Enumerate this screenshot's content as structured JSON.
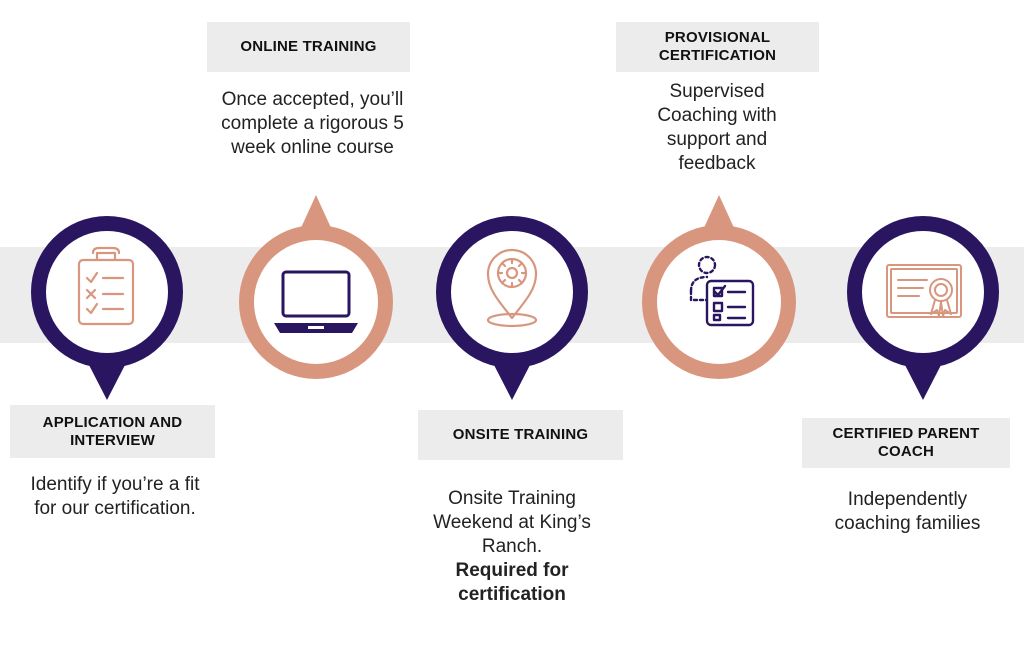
{
  "colors": {
    "navy": "#2a1560",
    "salmon": "#d9967e",
    "band": "#ececec",
    "label_bg": "#ececec"
  },
  "steps": [
    {
      "title": "APPLICATION AND INTERVIEW",
      "description": "Identify if you’re a fit for our certification.",
      "icon": "clipboard-checklist-icon",
      "ring_color": "navy"
    },
    {
      "title": "ONLINE TRAINING",
      "description": "Once accepted, you’ll complete a rigorous 5 week online course",
      "icon": "laptop-icon",
      "ring_color": "salmon"
    },
    {
      "title": "ONSITE TRAINING",
      "description": "Onsite Training Weekend at King’s Ranch.",
      "description_bold": "Required for certification",
      "icon": "location-pin-gear-icon",
      "ring_color": "navy"
    },
    {
      "title": "PROVISIONAL CERTIFICATION",
      "description": "Supervised Coaching with support and feedback",
      "icon": "supervised-checklist-icon",
      "ring_color": "salmon"
    },
    {
      "title": "CERTIFIED PARENT COACH",
      "description": "Independently coaching families",
      "icon": "certificate-icon",
      "ring_color": "navy"
    }
  ]
}
